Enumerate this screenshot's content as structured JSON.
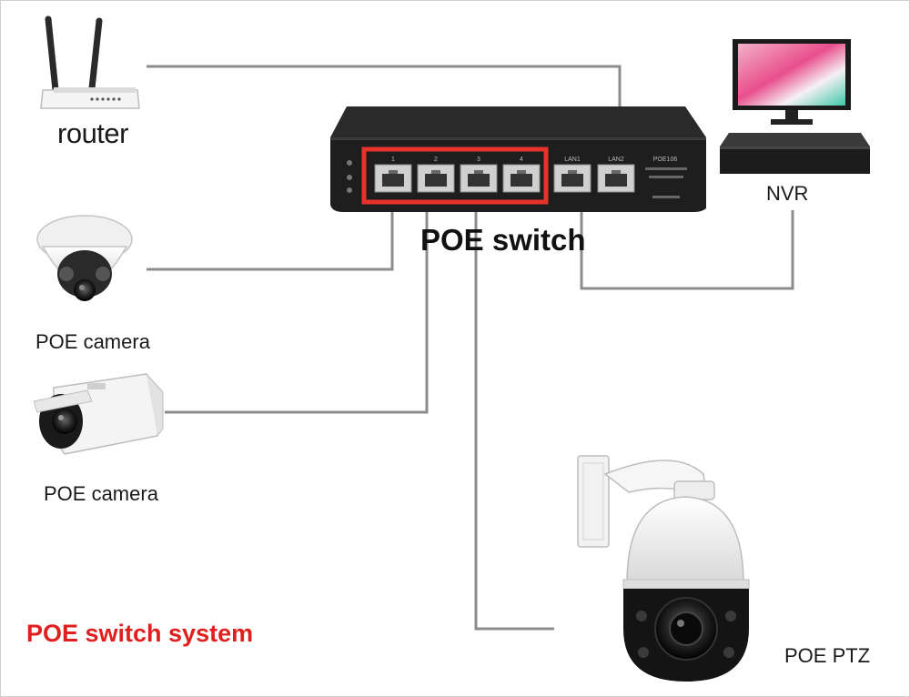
{
  "title": "POE switch system",
  "switch": {
    "label": "POE switch",
    "model": "POE106",
    "poe_ports": [
      "1",
      "2",
      "3",
      "4"
    ],
    "lan_ports": [
      "LAN1",
      "LAN2"
    ],
    "highlight_color": "#e8332a"
  },
  "devices": {
    "router": "router",
    "nvr": "NVR",
    "dome_camera": "POE camera",
    "bullet_camera": "POE camera",
    "ptz": "POE PTZ"
  },
  "colors": {
    "cable": "#8c8c8c",
    "title": "#e0201f",
    "switch_body": "#1e1e1e"
  }
}
